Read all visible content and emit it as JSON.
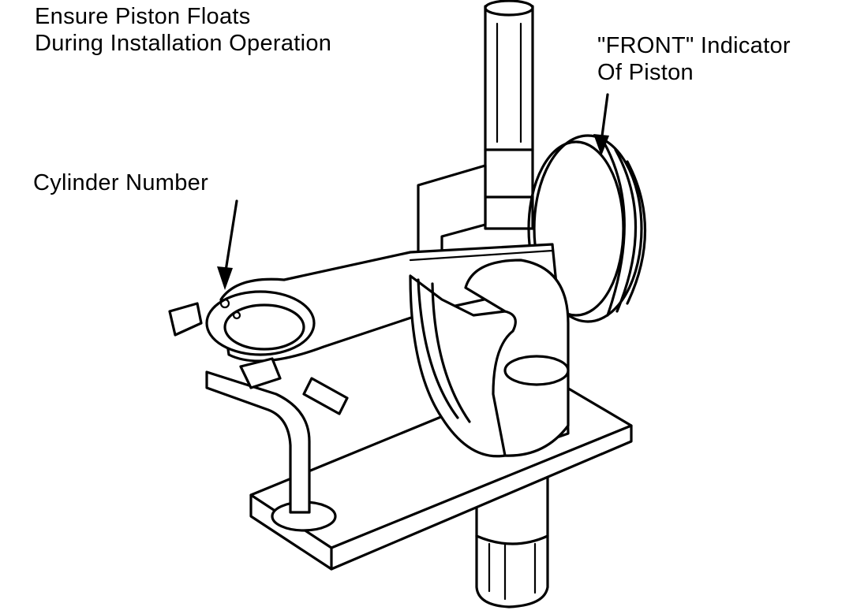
{
  "callouts": {
    "float_note": [
      "Ensure Piston Floats",
      "During Installation Operation"
    ],
    "front_note": [
      "\"FRONT\" Indicator",
      "Of Piston"
    ],
    "cylinder_note": "Cylinder Number"
  },
  "colors": {
    "ink": "#000000",
    "paper": "#ffffff"
  }
}
